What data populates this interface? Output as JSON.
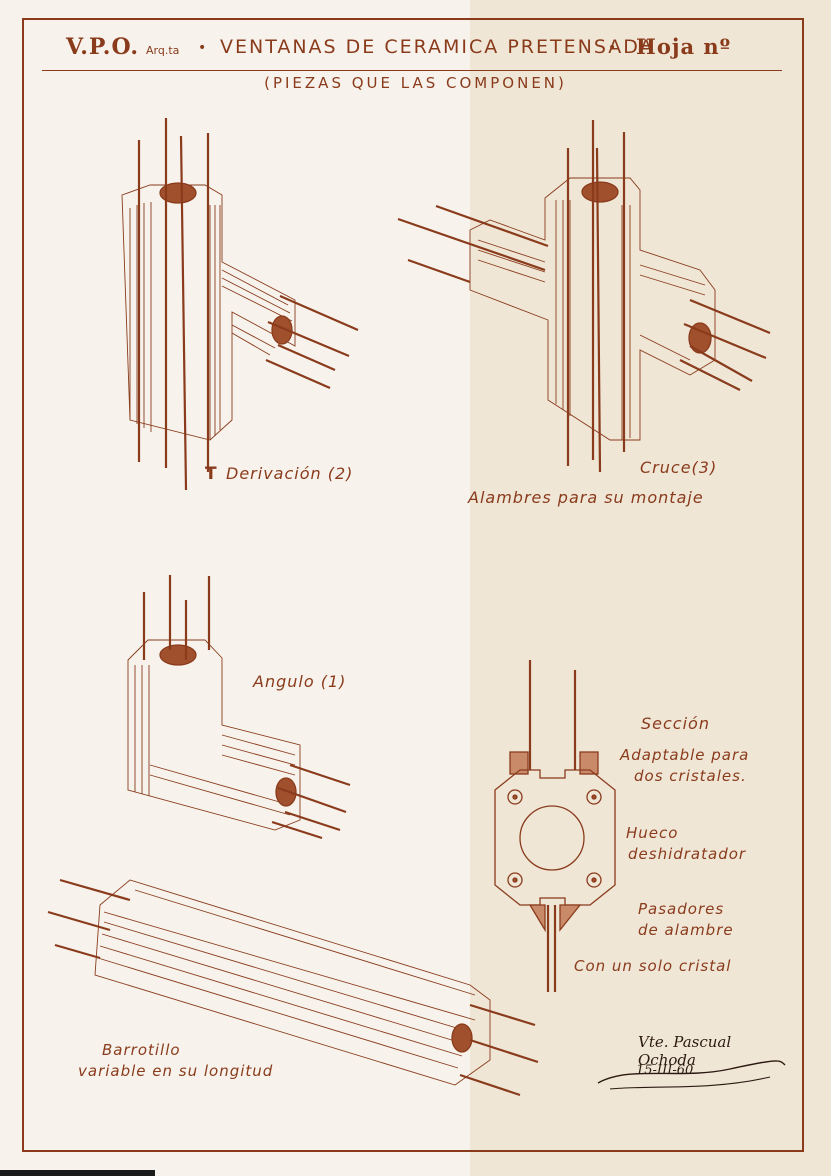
{
  "header": {
    "code": "V.P.O.",
    "arq": "Arq.ta",
    "bullet": "•",
    "title": "VENTANAS DE CERAMICA PRETENSADA",
    "sheet": "Hoja nº"
  },
  "subtitle": "(PIEZAS QUE LAS COMPONEN)",
  "pieces": {
    "t_mark": "T",
    "derivacion": "Derivación (2)",
    "cruce": "Cruce(3)",
    "alambres": "Alambres para su montaje",
    "angulo": "Angulo (1)",
    "barrotillo_1": "Barrotillo",
    "barrotillo_2": "variable en su longitud"
  },
  "section": {
    "title": "Sección",
    "adaptable_1": "Adaptable para",
    "adaptable_2": "dos cristales.",
    "hueco_1": "Hueco",
    "hueco_2": "deshidratador",
    "pasadores_1": "Pasadores",
    "pasadores_2": "de alambre",
    "solo": "Con un solo cristal"
  },
  "signature": {
    "name": "Vte. Pascual Ochoda",
    "date": "15-III-60"
  },
  "colors": {
    "ink": "#8a3b1c",
    "paper": "#f7f3ec"
  }
}
